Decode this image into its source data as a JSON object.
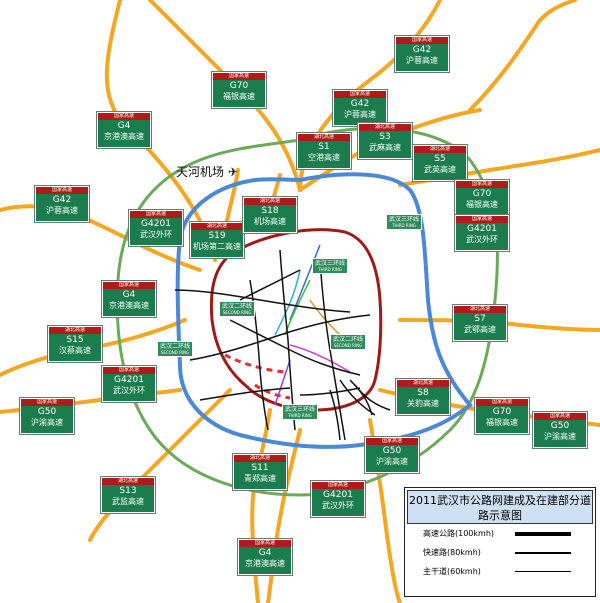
{
  "map_title": "2011武汉市公路网建成及在建部分道路示意图",
  "airport_label": "天河机场 ✈",
  "colors": {
    "expressway": "#f5a623",
    "outer_ring": "#6aaa58",
    "third_ring": "#4a88d8",
    "second_ring": "#a01818",
    "shield_green": "#1b7c4e",
    "shield_red": "#b01a1a"
  },
  "shields": [
    {
      "top": "国家高速",
      "code": "G42",
      "name": "沪蓉高速"
    },
    {
      "top": "国家高速",
      "code": "G70",
      "name": "福银高速"
    },
    {
      "top": "国家高速",
      "code": "G42",
      "name": "沪蓉高速"
    },
    {
      "top": "国家高速",
      "code": "G4",
      "name": "京港澳高速"
    },
    {
      "top": "湖北高速",
      "code": "S1",
      "name": "空港高速"
    },
    {
      "top": "湖北高速",
      "code": "S3",
      "name": "武麻高速"
    },
    {
      "top": "湖北高速",
      "code": "S5",
      "name": "武英高速"
    },
    {
      "top": "国家高速",
      "code": "G42",
      "name": "沪蓉高速"
    },
    {
      "top": "国家高速",
      "code": "G70",
      "name": "福银高速"
    },
    {
      "top": "国家高速",
      "code": "G4201",
      "name": "武汉外环"
    },
    {
      "top": "国家高速",
      "code": "G4201",
      "name": "武汉外环"
    },
    {
      "top": "湖北高速",
      "code": "S19",
      "name": "机场第二高速"
    },
    {
      "top": "湖北高速",
      "code": "S18",
      "name": "机场高速"
    },
    {
      "top": "国家高速",
      "code": "G4",
      "name": "京港澳高速"
    },
    {
      "top": "湖北高速",
      "code": "S7",
      "name": "武鄂高速"
    },
    {
      "top": "湖北高速",
      "code": "S15",
      "name": "汉蔡高速"
    },
    {
      "top": "国家高速",
      "code": "G4201",
      "name": "武汉外环"
    },
    {
      "top": "湖北高速",
      "code": "S8",
      "name": "关豹高速"
    },
    {
      "top": "国家高速",
      "code": "G50",
      "name": "沪渝高速"
    },
    {
      "top": "国家高速",
      "code": "G70",
      "name": "福银高速"
    },
    {
      "top": "国家高速",
      "code": "G50",
      "name": "沪渝高速"
    },
    {
      "top": "国家高速",
      "code": "G50",
      "name": "沪渝高速"
    },
    {
      "top": "湖北高速",
      "code": "S11",
      "name": "青郑高速"
    },
    {
      "top": "湖北高速",
      "code": "S13",
      "name": "武监高速"
    },
    {
      "top": "国家高速",
      "code": "G4201",
      "name": "武汉外环"
    },
    {
      "top": "国家高速",
      "code": "G4",
      "name": "京港澳高速"
    }
  ],
  "ring_labels": [
    {
      "name": "武汉三环线",
      "sub": "THIRD RING"
    },
    {
      "name": "武汉三环线",
      "sub": "THIRD RING"
    },
    {
      "name": "武汉二环线",
      "sub": "SECOND RING"
    },
    {
      "name": "武汉二环线",
      "sub": "SECOND RING"
    },
    {
      "name": "武汉二环线",
      "sub": "SECOND RING"
    },
    {
      "name": "武汉三环线",
      "sub": "THIRD RING"
    }
  ],
  "legend": {
    "title": "2011武汉市公路网建成及在建部分道路示意图",
    "rows": [
      {
        "label": "高速公路(100kmh)"
      },
      {
        "label": "快速路(80kmh)"
      },
      {
        "label": "主干道(60kmh)"
      }
    ]
  }
}
